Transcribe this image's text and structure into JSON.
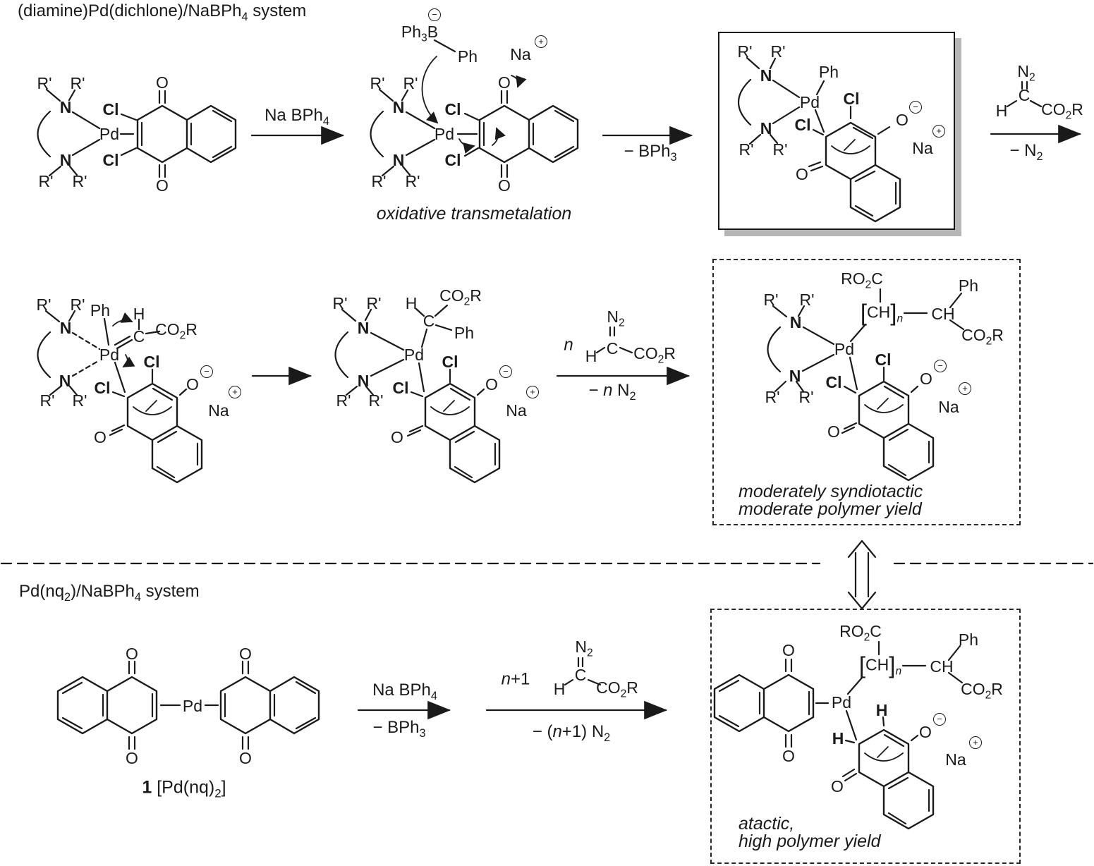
{
  "colors": {
    "ink": "#1a1a1a",
    "box_shadow": "#b6b6b6",
    "background": "#ffffff"
  },
  "atoms": {
    "rprime": "R'",
    "n": "N",
    "pd": "Pd",
    "cl": "Cl",
    "o": "O",
    "na": "Na",
    "ph": "Ph",
    "h": "H",
    "c": "C",
    "n2": "N~2~",
    "co2r": "CO~2~R",
    "ro2c": "RO~2~C",
    "ch": "CH",
    "ph3b": "Ph~3~B",
    "lbracket": "[",
    "rbracket": "]",
    "n_sub": "n",
    "minus_sign": "−",
    "plus_sign": "+"
  },
  "labels": {
    "title_top": "(diamine)Pd(dichlone)/NaBPh~4~ system",
    "arrow1_top": "Na BPh~4~",
    "caption_oxidative": "oxidative transmetalation",
    "arrow2_bottom": "− BPh~3~",
    "minus_n2": "− N~2~",
    "n_coeff": "^n^",
    "minus_n_n2": "− ^n^ N~2~",
    "caption_f1": "moderately syndiotactic",
    "caption_f2": "moderate polymer yield",
    "title_bottom": "Pd(nq~2~)/NaBPh~4~ system",
    "compound1": "*1* [Pd(nq)~2~]",
    "arrow5_top": "Na BPh~4~",
    "arrow5_bottom": "− BPh~3~",
    "n_plus1": "^n^+1",
    "minus_n1_n2": "− (^n^+1) N~2~",
    "caption_h1": "atactic,",
    "caption_h2": "high polymer yield"
  }
}
